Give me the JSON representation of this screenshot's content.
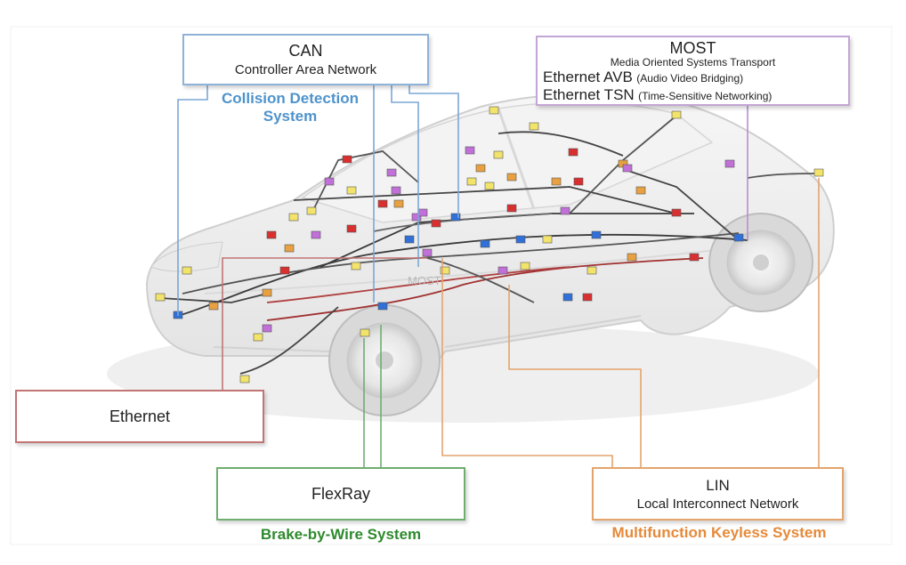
{
  "can": {
    "title": "CAN",
    "subtitle": "Controller Area Network",
    "color": "#8fb2d8"
  },
  "collision_detection": {
    "line1": "Collision Detection",
    "line2": "System",
    "color": "#4e93cc"
  },
  "most": {
    "title": "MOST",
    "subtitle": "Media Oriented Systems Transport",
    "avb_name": "Ethernet AVB",
    "avb_desc": "(Audio Video Bridging)",
    "tsn_name": "Ethernet TSN",
    "tsn_desc": "(Time-Sensitive Networking)",
    "color": "#c4a6d6"
  },
  "ethernet": {
    "title": "Ethernet",
    "color": "#c27575"
  },
  "flexray": {
    "title": "FlexRay",
    "color": "#6fae6f"
  },
  "brake_by_wire": {
    "label": "Brake-by-Wire System",
    "color": "#2e8a2e"
  },
  "lin": {
    "title": "LIN",
    "subtitle": "Local Interconnect Network",
    "color": "#e3a46d"
  },
  "keyless": {
    "label": "Multifunction Keyless System",
    "color": "#e58a3a"
  },
  "car_label": "MOST",
  "node_colors": [
    "#f2e36a",
    "#c070d8",
    "#d83030",
    "#3070d8",
    "#e8a040"
  ]
}
